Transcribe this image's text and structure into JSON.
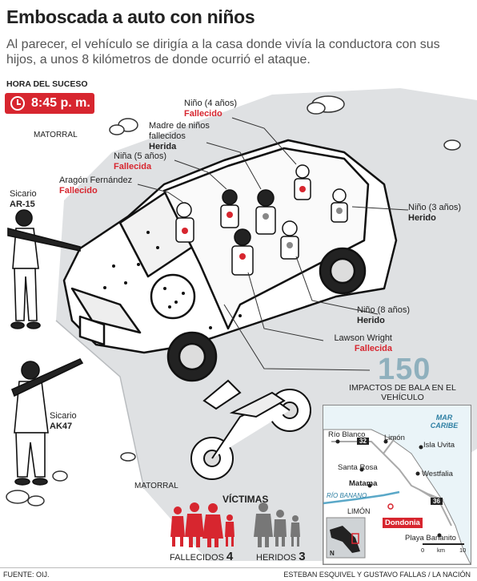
{
  "title": "Emboscada a auto con niños",
  "subtitle": "Al parecer, el vehículo se dirigía a la casa donde vivía la conductora con sus hijos, a unos 8 kilómetros de donde ocurrió el ataque.",
  "time": {
    "label": "HORA DEL SUCESO",
    "value": "8:45 p. m."
  },
  "terrain": {
    "top": "MATORRAL",
    "bottom": "MATORRAL"
  },
  "shooters": [
    {
      "role": "Sicario",
      "weapon": "AR-15"
    },
    {
      "role": "Sicario",
      "weapon": "AK47"
    }
  ],
  "occupants": [
    {
      "name": "Niño (4 años)",
      "status": "Fallecido"
    },
    {
      "name": "Madre de niños fallecidos",
      "status": "Herida"
    },
    {
      "name": "Niña (5 años)",
      "status": "Fallecida"
    },
    {
      "name": "Aragón Fernández",
      "status": "Fallecido"
    },
    {
      "name": "Niño (3 años)",
      "status": "Herido"
    },
    {
      "name": "Niño (8 años)",
      "status": "Herido"
    },
    {
      "name": "Lawson Wright",
      "status": "Fallecida"
    }
  ],
  "impacts": {
    "count": "150",
    "label": "IMPACTOS DE BALA EN EL VEHÍCULO"
  },
  "victims": {
    "title": "VÍCTIMAS",
    "dead_label": "FALLECIDOS",
    "dead_count": "4",
    "injured_label": "HERIDOS",
    "injured_count": "3"
  },
  "map": {
    "sea": "MAR CARIBE",
    "places": [
      "Río Blanco",
      "Limón",
      "Isla Uvita",
      "Santa Rosa",
      "Westfalia",
      "Matama",
      "LIMÓN",
      "Playa Bananito"
    ],
    "river": "RÍO BANANO",
    "highlight": "Dondonia",
    "routes": [
      "32",
      "36"
    ],
    "north": "N",
    "scale": {
      "ticks": [
        "0",
        "km",
        "10"
      ]
    }
  },
  "footer": {
    "source": "FUENTE: OIJ.",
    "credits": "ESTEBAN ESQUIVEL Y GUSTAVO FALLAS / LA NACIÓN"
  },
  "colors": {
    "accent": "#d7262f",
    "impacts": "#8fb0bd",
    "road": "#dfe1e3",
    "sea": "#eaf4f8"
  }
}
